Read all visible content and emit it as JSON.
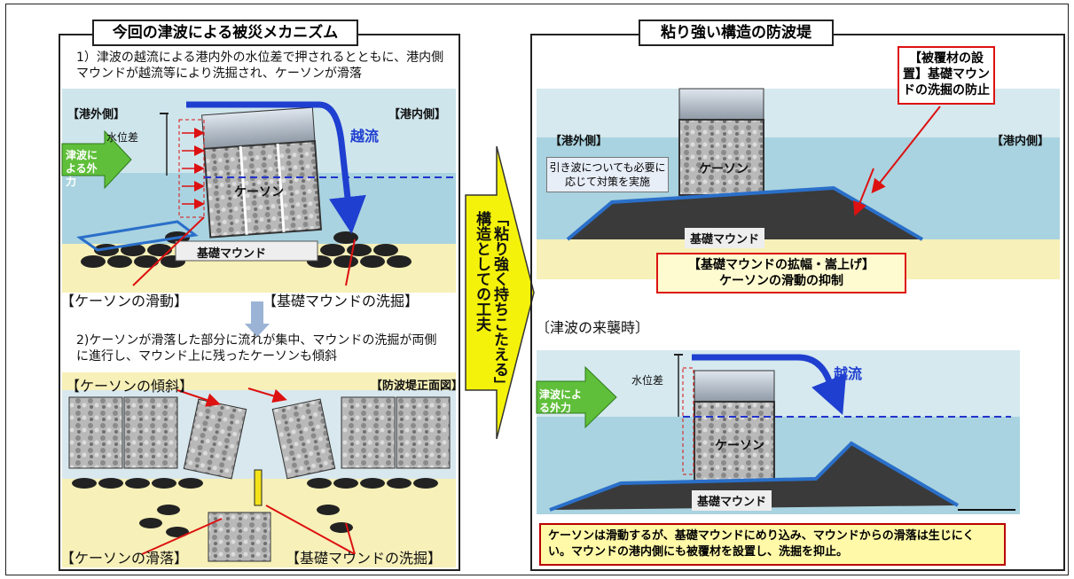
{
  "left": {
    "title": "今回の津波による被災メカニズム",
    "desc1": "1）津波の越流による港内外の水位差で押されるとともに、港内側マウンドが越流等により洗掘され、ケーソンが滑落",
    "outer_side": "【港外側】",
    "inner_side": "【港内側】",
    "water_diff": "水位差",
    "overflow": "越流",
    "force": "津波による外力",
    "caisson": "ケーソン",
    "mound": "基礎マウンド",
    "slide": "【ケーソンの滑動】",
    "scour": "【基礎マウンドの洗掘】",
    "desc2": "2)ケーソンが滑落した部分に流れが集中、マウンドの洗掘が両側に進行し、マウンド上に残ったケーソンも傾斜",
    "tilt": "【ケーソンの傾斜】",
    "front_view": "【防波堤正面図】",
    "fall": "【ケーソンの滑落】",
    "scour2": "【基礎マウンドの洗掘】"
  },
  "middle_arrow": {
    "text": "「粘り強く持ちこたえる」構造としての工夫"
  },
  "right": {
    "title": "粘り強い構造の防波堤",
    "cover_box": "【被覆材の設置】基礎マウンドの洗掘の防止",
    "outer_side": "【港外側】",
    "inner_side": "【港内側】",
    "backwash_note": "引き波についても必要に応じて対策を実施",
    "caisson": "ケーソン",
    "mound": "基礎マウンド",
    "widen_box_line1": "【基礎マウンドの拡幅・嵩上げ】",
    "widen_box_line2": "ケーソンの滑動の抑制",
    "attack_label": "〔津波の来襲時〕",
    "water_diff": "水位差",
    "overflow": "越流",
    "force": "津波による外力",
    "caisson2": "ケーソン",
    "mound2": "基礎マウンド",
    "bottom_note": "ケーソンは滑動するが、基礎マウンドにめり込み、マウンドからの滑落は生じにくい。マウンドの港内側にも被覆材を設置し、洗掘を抑止。"
  }
}
